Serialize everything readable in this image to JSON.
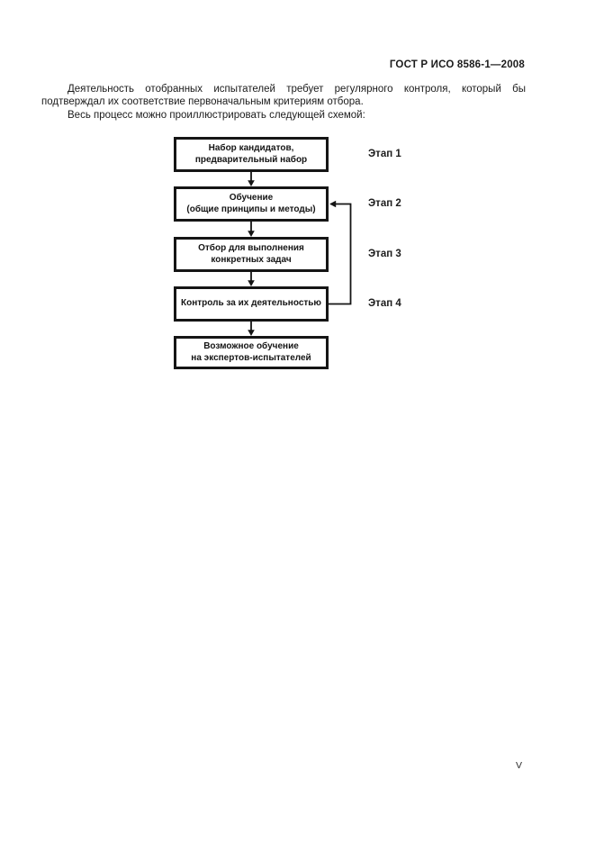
{
  "page": {
    "header": "ГОСТ Р ИСО 8586-1—2008",
    "page_number": "V"
  },
  "intro": {
    "paragraph1": "Деятельность отобранных испытателей требует регулярного контроля, который бы подтверждал их соответствие первоначальным критериям отбора.",
    "paragraph2": "Весь процесс можно проиллюстрировать следующей схемой:"
  },
  "flowchart": {
    "boxes": [
      {
        "line1": "Набор кандидатов,",
        "line2": "предварительный набор"
      },
      {
        "line1": "Обучение",
        "line2": "(общие принципы и методы)"
      },
      {
        "line1": "Отбор для выполнения",
        "line2": "конкретных задач"
      },
      {
        "line1": "Контроль за их деятельностью",
        "line2": ""
      },
      {
        "line1": "Возможное обучение",
        "line2": "на экспертов-испытателей"
      }
    ],
    "stages": [
      {
        "label": "Этап 1"
      },
      {
        "label": "Этап 2"
      },
      {
        "label": "Этап 3"
      },
      {
        "label": "Этап 4"
      }
    ]
  },
  "colors": {
    "ink": "#151515",
    "paper": "#ffffff"
  }
}
